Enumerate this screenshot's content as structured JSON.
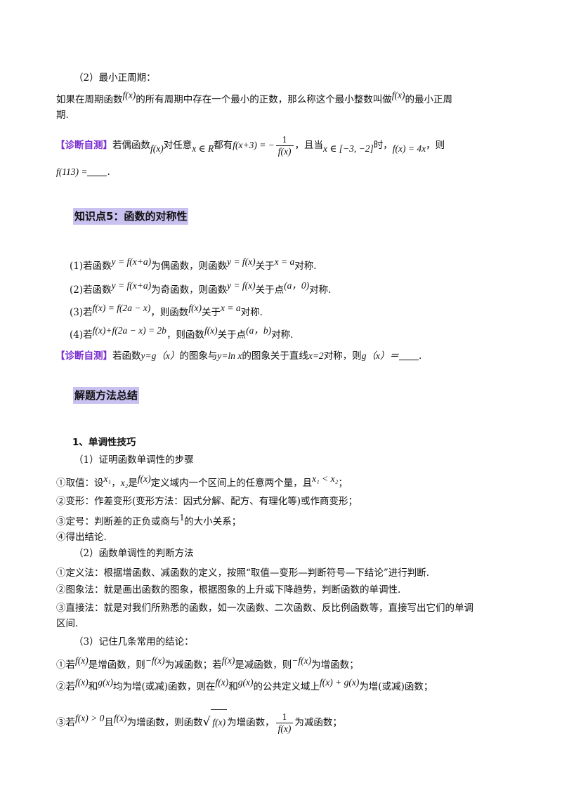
{
  "period": {
    "sub_title": "（2）最小正周期：",
    "def_a": "如果在周期函数",
    "def_b": "的所有周期中存在一个最小的正数，那么称这个最小整数叫做",
    "def_c": "的最小正周",
    "def_d": "期."
  },
  "diag1": {
    "tag": "【诊断自测】",
    "t1": "若偶函数",
    "t2": "对任意",
    "t3": "都有",
    "t4": "，且当",
    "t5": "时，",
    "t6": "，则",
    "t7": "."
  },
  "section5": {
    "title": "知识点5：函数的对称性"
  },
  "sym": {
    "l1a": "(1)若函数",
    "l1b": "为偶函数，则函数",
    "l1c": "关于",
    "l1d": "对称.",
    "l2a": "(2)若函数",
    "l2b": "为奇函数，则函数",
    "l2c": "关于点",
    "l2d": "对称.",
    "l3a": "(3)若",
    "l3b": "，则函数",
    "l3c": "关于",
    "l3d": "对称.",
    "l4a": "(4)若",
    "l4b": "，则函数",
    "l4c": "关于点",
    "l4d": "对称."
  },
  "diag2": {
    "tag": "【诊断自测】",
    "t1": "若函数",
    "t2": "的图象与",
    "t3": "的图象关于直线",
    "t4": "对称，则",
    "t5": "."
  },
  "section_methods": {
    "title": "解题方法总结"
  },
  "mono": {
    "title": "1、单调性技巧",
    "s1": "（1）证明函数单调性的步骤",
    "p1a": "①取值：设",
    "p1b": "，",
    "p1c": "是",
    "p1d": "定义域内一个区间上的任意两个量，且",
    "p1e": "；",
    "p2": "②变形：作差变形(变形方法：因式分解、配方、有理化等)或作商变形；",
    "p3a": "③定号：判断差的正负或商与",
    "p3b": "的大小关系；",
    "p4": "④得出结论.",
    "s2": "（2）函数单调性的判断方法",
    "q1": "①定义法：根据增函数、减函数的定义，按照“取值—变形—判断符号—下结论”进行判断.",
    "q2": "②图象法：就是画出函数的图象，根据图象的上升或下降趋势，判断函数的单调性.",
    "q3a": "③直接法：就是对我们所熟悉的函数，如一次函数、二次函数、反比例函数等，直接写出它们的单调",
    "q3b": "区间.",
    "s3": "（3）记住几条常用的结论：",
    "r1a": "①若",
    "r1b": "是增函数，则",
    "r1c": "为减函数；若",
    "r1d": "是减函数，则",
    "r1e": "为增函数；",
    "r2a": "②若",
    "r2b": "和",
    "r2c": "均为增(或减)函数，则在",
    "r2d": "和",
    "r2e": "的公共定义域上",
    "r2f": "为增(或减)函数；",
    "r3a": "③若",
    "r3b": "且",
    "r3c": "为增函数，则函数",
    "r3d": "为增函数，",
    "r3e": "为减函数；"
  },
  "math": {
    "fx": "f(x)",
    "xR": "x ∈ R",
    "fx3": "f(x+3) = −",
    "one": "1",
    "interval": "x ∈ [−3, −2]",
    "fx4x": "f(x) = 4x",
    "f113": "f(113) =",
    "yfxa": "y = f(x+a)",
    "yfx": "y = f(x)",
    "xa": "x = a",
    "a0": "(a，0)",
    "f2a": "f(x) = f(2a − x)",
    "f2b": "f(x)+f(2a − x) = 2b",
    "ab": "(a，b)",
    "ygx": "y=g（x）",
    "ylnx": "y=ln x",
    "x2": "x=2",
    "gx_eq": "g（x）＝",
    "x1": "x₁",
    "x2v": "x₂",
    "x1ltx2": "x₁ < x₂",
    "negfx": "−f(x)",
    "gx": "g(x)",
    "fxgx": "f(x) + g(x)",
    "fxgt0": "f(x) > 0"
  }
}
